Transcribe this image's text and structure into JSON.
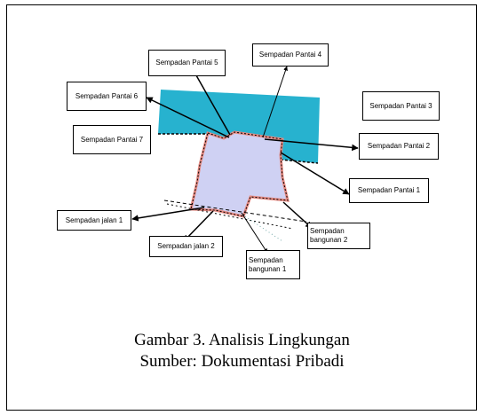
{
  "labels": {
    "pantai_5": "Sempadan Pantai 5",
    "pantai_4": "Sempadan Pantai 4",
    "pantai_6": "Sempadan Pantai 6",
    "pantai_3": "Sempadan Pantai 3",
    "pantai_7": "Sempadan Pantai 7",
    "pantai_2": "Sempadan Pantai 2",
    "pantai_1": "Sempadan Pantai 1",
    "jalan_1": "Sempadan jalan 1",
    "bangunan_2": "Sempadan bangunan 2",
    "jalan_2": "Sempadan jalan 2",
    "bangunan_1": "Sempadan bangunan 1"
  },
  "caption": {
    "line1": "Gambar 3. Analisis Lingkungan",
    "line2": "Sumber: Dokumentasi Pribadi"
  },
  "colors": {
    "sea": "#27b2cf",
    "site_fill": "#cfd1f3",
    "site_border": "#e58a82"
  }
}
